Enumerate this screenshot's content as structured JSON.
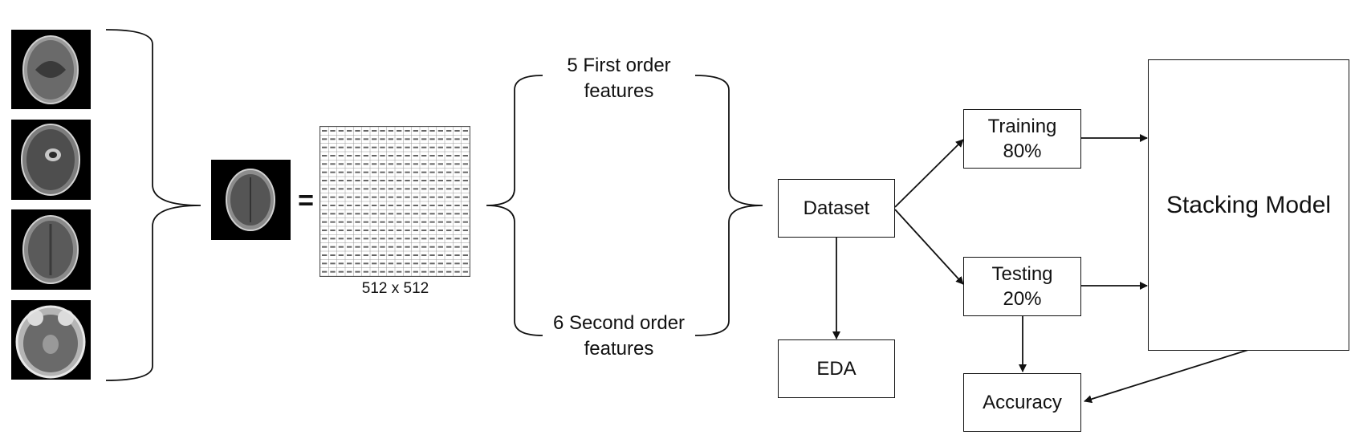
{
  "size_label": "512 x 512",
  "equals": "=",
  "features": {
    "first": [
      "5 First order",
      "features"
    ],
    "second": [
      "6 Second order",
      "features"
    ]
  },
  "boxes": {
    "dataset": "Dataset",
    "eda": "EDA",
    "training": [
      "Training",
      "80%"
    ],
    "testing": [
      "Testing",
      "20%"
    ],
    "accuracy": "Accuracy",
    "stacking": "Stacking Model"
  },
  "colors": {
    "ink": "#111111",
    "scan_bg": "#000000"
  }
}
